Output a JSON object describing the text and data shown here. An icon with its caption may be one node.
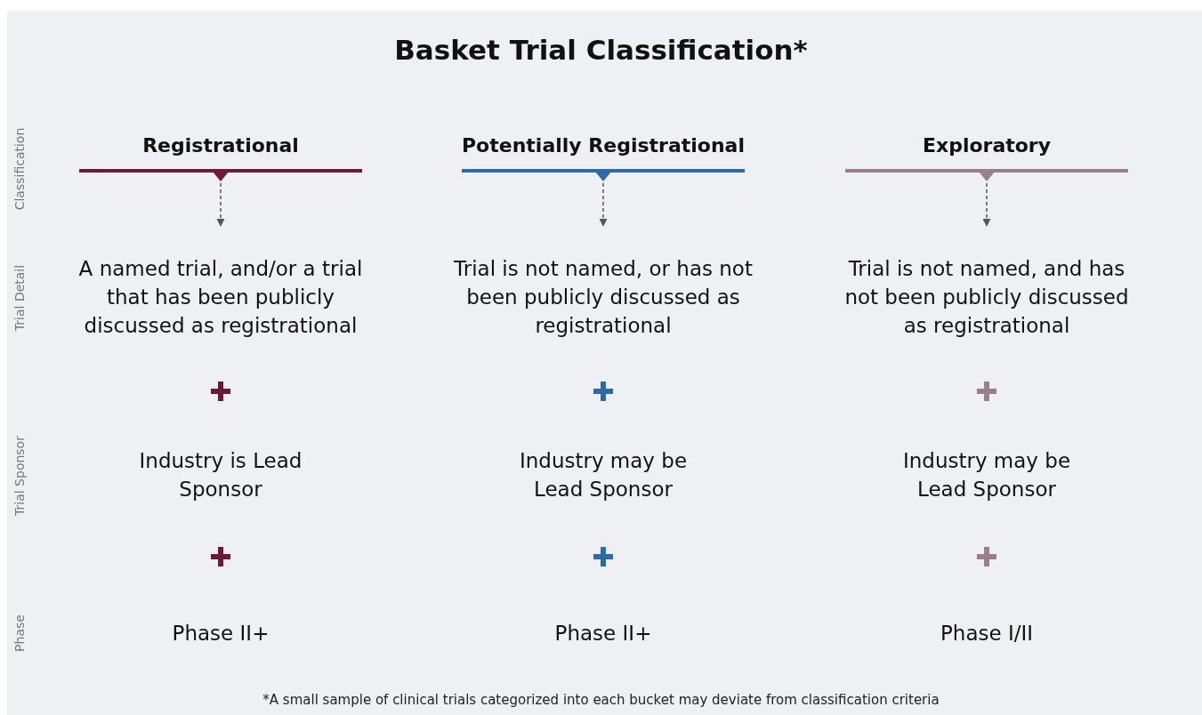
{
  "diagram": {
    "title": "Basket Trial Classification*",
    "nodes": [
      {
        "text": [
          "Registrational"
        ]
      },
      {
        "text": [
          "A named trial, and/or a trial that has been publicly discussed as registrational"
        ]
      },
      {
        "text": [
          "Industry is Lead Sponsor"
        ]
      },
      {
        "text": [
          "Phase II+"
        ]
      },
      {
        "text": [
          "Potentially Registrational"
        ]
      },
      {
        "text": [
          "Trial is not named, or has not been publicly discussed as registrational"
        ]
      },
      {
        "text": [
          "Industry may be Lead Sponsor"
        ]
      },
      {
        "text": [
          "Phase II+"
        ]
      },
      {
        "text": [
          "Exploratory"
        ]
      },
      {
        "text": [
          "Trial is not named, and has not been publicly discussed as registrational"
        ]
      },
      {
        "text": [
          "Industry may be Lead Sponsor"
        ]
      },
      {
        "text": [
          "Phase I/II"
        ]
      }
    ],
    "edges": [
      {
        "from": 0,
        "to": 1,
        "arrow": "to",
        "style": "dashed"
      },
      {
        "from": 4,
        "to": 5,
        "arrow": "to",
        "style": "dashed"
      },
      {
        "from": 8,
        "to": 9,
        "arrow": "to",
        "style": "dashed"
      }
    ],
    "labels": [
      "Classification",
      "Trial Detail",
      "Trial Sponsor",
      "Phase"
    ],
    "caption": "*A small sample of clinical trials categorized into each bucket may deviate from classification criteria"
  }
}
